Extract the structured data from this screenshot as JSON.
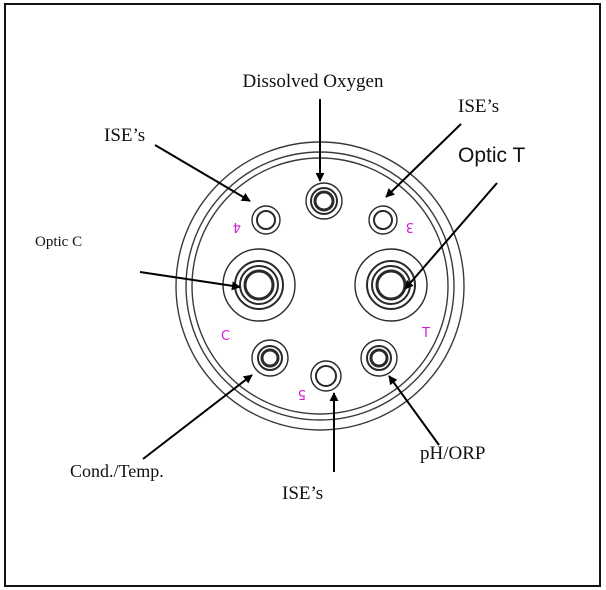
{
  "labels": {
    "dissolved_oxygen": "Dissolved Oxygen",
    "ise_top_left": "ISE’s",
    "ise_top_right": "ISE’s",
    "optic_t": "Optic T",
    "optic_c": "Optic C",
    "cond_temp": "Cond./Temp.",
    "ise_bottom": "ISE’s",
    "ph_orp": "pH/ORP"
  },
  "port_marks": {
    "port_4": "4",
    "port_3": "3",
    "port_c": "C",
    "port_t": "T",
    "port_5": "5"
  },
  "colors": {
    "port_mark": "#d21ad2",
    "line": "#000000"
  }
}
